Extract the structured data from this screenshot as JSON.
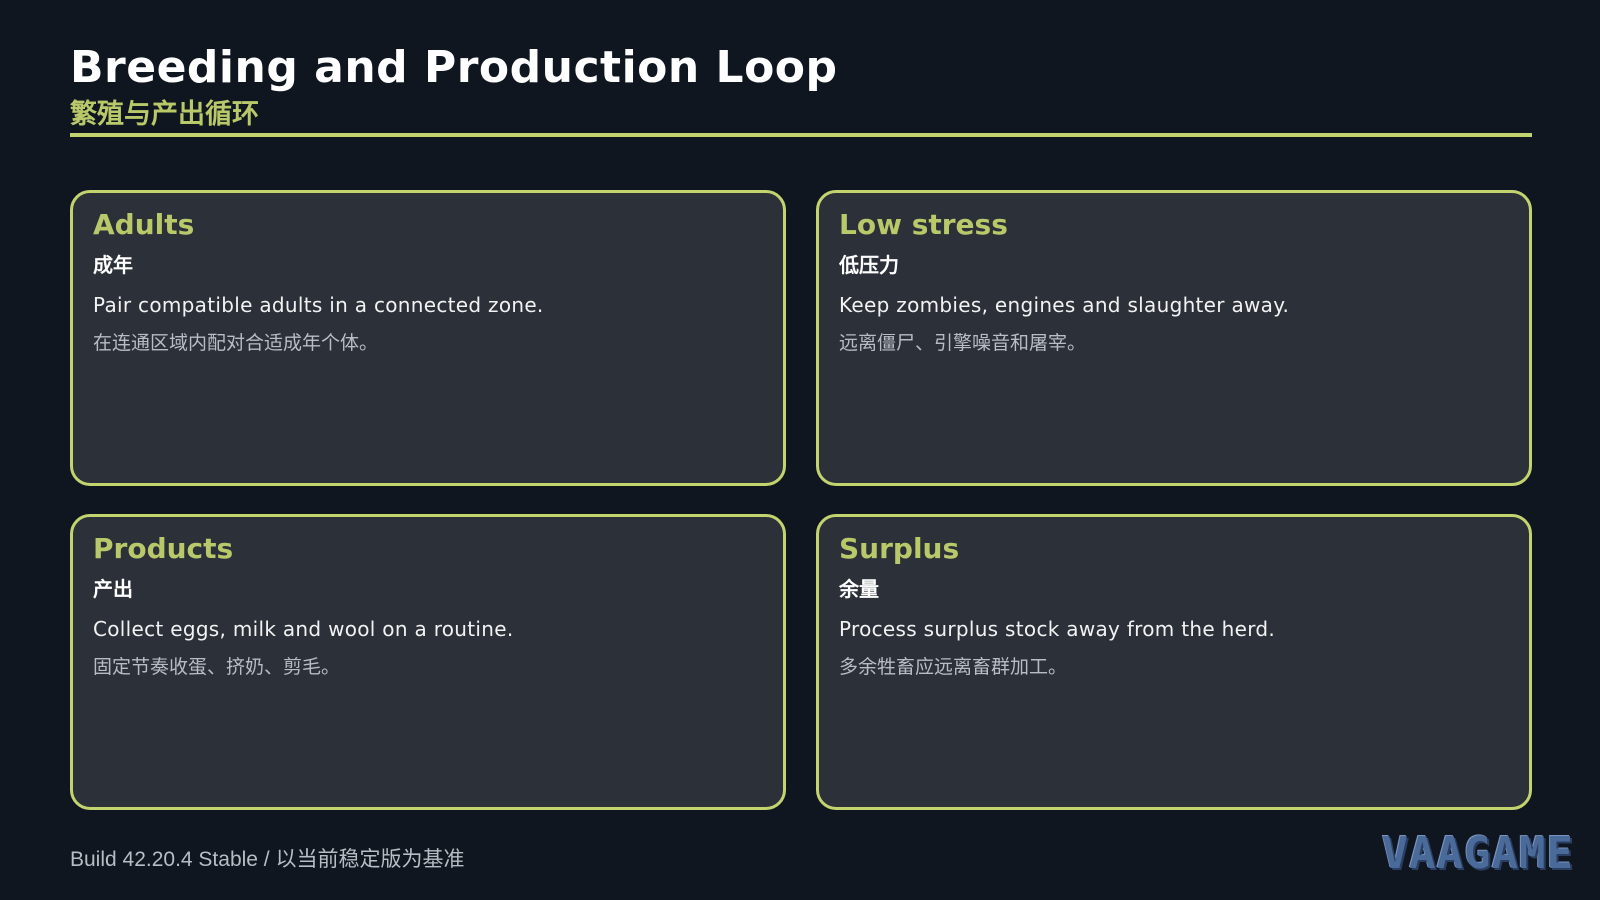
{
  "header": {
    "title": "Breeding and Production Loop",
    "subtitle": "繁殖与产出循环"
  },
  "cards": [
    {
      "title": "Adults",
      "subtitle": "成年",
      "body": "Pair compatible adults in a connected zone.",
      "note": "在连通区域内配对合适成年个体。"
    },
    {
      "title": "Low stress",
      "subtitle": "低压力",
      "body": "Keep zombies, engines and slaughter away.",
      "note": "远离僵尸、引擎噪音和屠宰。"
    },
    {
      "title": "Products",
      "subtitle": "产出",
      "body": "Collect eggs, milk and wool on a routine.",
      "note": "固定节奏收蛋、挤奶、剪毛。"
    },
    {
      "title": "Surplus",
      "subtitle": "余量",
      "body": "Process surplus stock away from the herd.",
      "note": "多余牲畜应远离畜群加工。"
    }
  ],
  "footer": {
    "build": "Build 42.20.4 Stable / 以当前稳定版为基准"
  },
  "logo": {
    "text": "VAAGAME"
  },
  "colors": {
    "background": "#0f161f",
    "accent": "#c3d36e",
    "card": "#2b3039"
  }
}
